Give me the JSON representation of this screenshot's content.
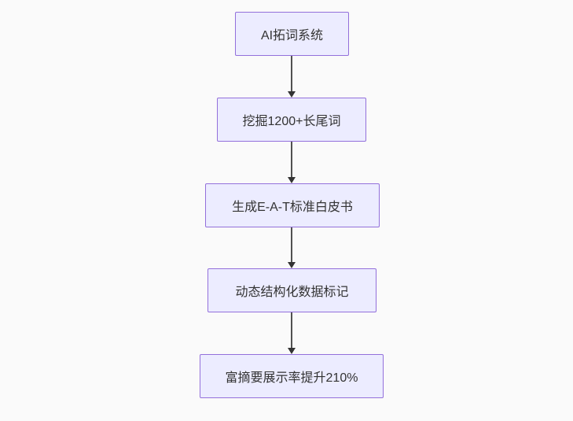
{
  "diagram": {
    "type": "flowchart",
    "direction": "top-down",
    "colors": {
      "background": "#fafafa",
      "node_fill": "#ECECFF",
      "node_border": "#9370DB",
      "node_text": "#333333",
      "arrow": "#333333"
    },
    "nodes": [
      {
        "id": "n1",
        "label": "AI拓词系统"
      },
      {
        "id": "n2",
        "label": "挖掘1200+长尾词"
      },
      {
        "id": "n3",
        "label": "生成E-A-T标准白皮书"
      },
      {
        "id": "n4",
        "label": "动态结构化数据标记"
      },
      {
        "id": "n5",
        "label": "富摘要展示率提升210%"
      }
    ],
    "edges": [
      {
        "from": "n1",
        "to": "n2"
      },
      {
        "from": "n2",
        "to": "n3"
      },
      {
        "from": "n3",
        "to": "n4"
      },
      {
        "from": "n4",
        "to": "n5"
      }
    ]
  }
}
